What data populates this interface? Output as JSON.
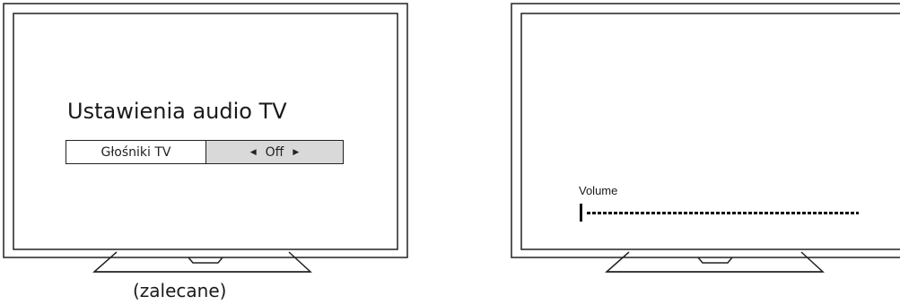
{
  "left_tv": {
    "menu_title": "Ustawienia audio TV",
    "setting_label": "Głośniki TV",
    "setting_value": "Off",
    "left_arrow": "◀",
    "right_arrow": "▶",
    "caption": "(zalecane)"
  },
  "right_tv": {
    "volume_label": "Volume",
    "volume_level": 0
  },
  "colors": {
    "outline": "#222222",
    "value_bg": "#d9d9d9"
  }
}
